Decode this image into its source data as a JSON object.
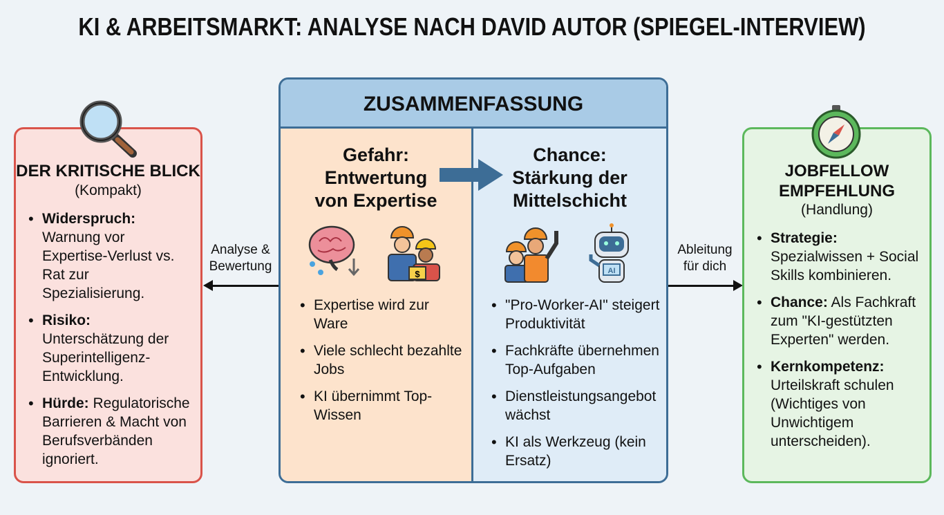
{
  "title": "KI & ARBEITSMARKT: ANALYSE NACH DAVID AUTOR (SPIEGEL-INTERVIEW)",
  "left": {
    "heading": "DER KRITISCHE BLICK",
    "sub": "(Kompakt)",
    "icon": "magnifier-icon",
    "items": [
      {
        "b": "Widerspruch:",
        "t": "Warnung vor Expertise-Verlust vs. Rat zur Spezialisierung."
      },
      {
        "b": "Risiko:",
        "t": "Unterschätzung der Superintelligenz-Entwicklung."
      },
      {
        "b": "Hürde:",
        "t": "Regulatorische Barrieren & Macht von Berufsverbänden ignoriert."
      }
    ]
  },
  "center": {
    "heading": "ZUSAMMENFASSUNG",
    "danger": {
      "heading1": "Gefahr:",
      "heading2": "Entwertung von Expertise",
      "items": [
        "Expertise wird zur Ware",
        "Viele schlecht bezahlte Jobs",
        "KI übernimmt Top-Wissen"
      ]
    },
    "chance": {
      "heading1": "Chance:",
      "heading2": "Stärkung der Mittelschicht",
      "items": [
        "\"Pro-Worker-AI\" steigert Produktivität",
        "Fachkräfte übernehmen Top-Aufgaben",
        "Dienstleistungsangebot wächst",
        "KI als Werkzeug (kein Ersatz)"
      ],
      "robot_label": "AI"
    },
    "dollar": "$"
  },
  "arrows": {
    "left_label": "Analyse & Bewertung",
    "right_label": "Ableitung für dich"
  },
  "right": {
    "heading": "JOBFELLOW EMPFEHLUNG",
    "sub": "(Handlung)",
    "icon": "compass-icon",
    "items": [
      {
        "b": "Strategie:",
        "t": "Spezialwissen + Social Skills kombinieren."
      },
      {
        "b": "Chance:",
        "t": "Als Fachkraft zum \"KI-gestützten Experten\" werden."
      },
      {
        "b": "Kernkompetenz:",
        "t": "Urteilskraft schulen (Wichtiges von Unwichtigem unterscheiden)."
      }
    ]
  },
  "colors": {
    "red": "#d9534a",
    "green": "#5cb85c",
    "blue": "#3d6d96"
  }
}
